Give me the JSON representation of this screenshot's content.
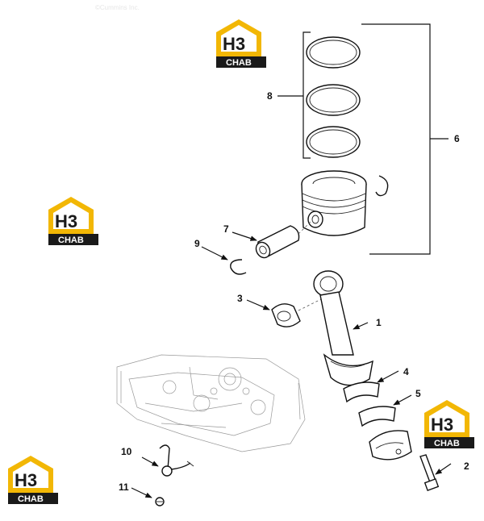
{
  "source_text": "©Cummins Inc.",
  "watermark": {
    "line1": "H3",
    "line2": "CHAB",
    "accent": "#f2b705",
    "dark": "#1a1a1a"
  },
  "callouts": {
    "c1": "1",
    "c2": "2",
    "c3": "3",
    "c4": "4",
    "c5": "5",
    "c6": "6",
    "c7": "7",
    "c8": "8",
    "c9": "9",
    "c10": "10",
    "c11": "11"
  }
}
